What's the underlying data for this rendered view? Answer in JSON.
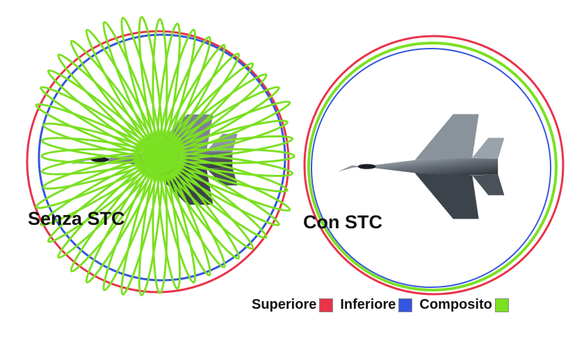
{
  "panels": {
    "without_stc": {
      "label": "Senza STC"
    },
    "with_stc": {
      "label": "Con STC"
    }
  },
  "legend": {
    "upper": {
      "label": "Superiore",
      "color": "#e8334a"
    },
    "lower": {
      "label": "Inferiore",
      "color": "#3355e0"
    },
    "composite": {
      "label": "Composito",
      "color": "#7be022"
    }
  },
  "lobe_count": 48
}
